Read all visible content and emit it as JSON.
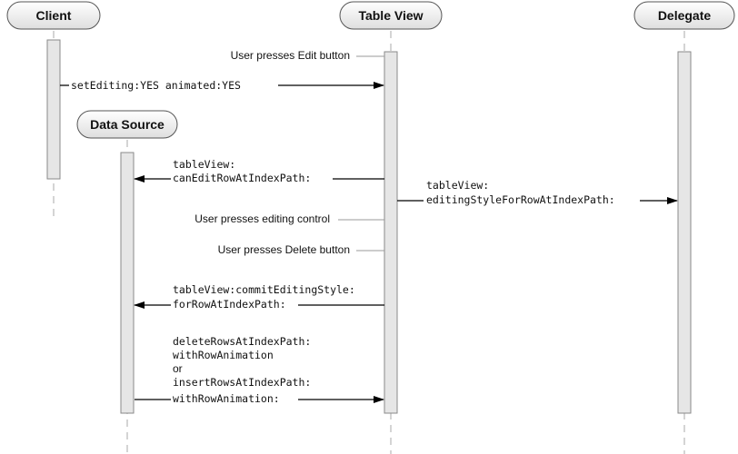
{
  "participants": {
    "client": "Client",
    "table_view": "Table View",
    "delegate": "Delegate",
    "data_source": "Data Source"
  },
  "events": {
    "edit_button": "User presses Edit button",
    "editing_control": "User presses editing control",
    "delete_button": "User presses Delete button"
  },
  "messages": {
    "set_editing": "setEditing:YES animated:YES",
    "can_edit": [
      "tableView:",
      "canEditRowAtIndexPath:"
    ],
    "editing_style": [
      "tableView:",
      "editingStyleForRowAtIndexPath:"
    ],
    "commit_editing": [
      "tableView:commitEditingStyle:",
      "forRowAtIndexPath:"
    ],
    "delete_insert": [
      "deleteRowsAtIndexPath:",
      "withRowAnimation",
      "or",
      "insertRowsAtIndexPath:",
      "withRowAnimation:"
    ]
  },
  "colors": {
    "lifeline": "#a8a8a8",
    "activation_fill": "#e6e6e6",
    "activation_stroke": "#8a8a8a",
    "box_fill_top": "#ffffff",
    "box_fill_bottom": "#e2e2e2",
    "arrow": "#000000"
  }
}
